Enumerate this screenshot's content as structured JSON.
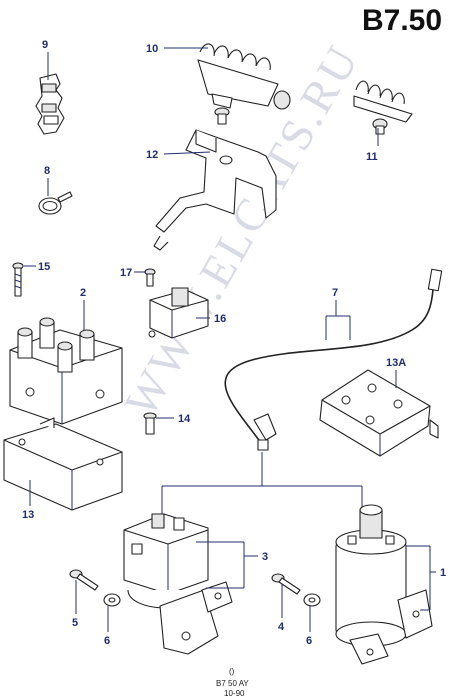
{
  "page": {
    "code": "B7.50",
    "watermark": "WWW.ELCATS.RU",
    "caption_line1": "B7 50 AY",
    "caption_line2": "10-90",
    "caption_symbol": "()"
  },
  "callouts": [
    {
      "id": "9",
      "label": "9"
    },
    {
      "id": "10",
      "label": "10"
    },
    {
      "id": "11",
      "label": "11"
    },
    {
      "id": "12",
      "label": "12"
    },
    {
      "id": "8",
      "label": "8"
    },
    {
      "id": "15",
      "label": "15"
    },
    {
      "id": "17",
      "label": "17"
    },
    {
      "id": "2",
      "label": "2"
    },
    {
      "id": "16",
      "label": "16"
    },
    {
      "id": "7",
      "label": "7"
    },
    {
      "id": "13A",
      "label": "13A"
    },
    {
      "id": "14",
      "label": "14"
    },
    {
      "id": "13",
      "label": "13"
    },
    {
      "id": "3",
      "label": "3"
    },
    {
      "id": "1",
      "label": "1"
    },
    {
      "id": "5",
      "label": "5"
    },
    {
      "id": "6a",
      "label": "6"
    },
    {
      "id": "4",
      "label": "4"
    },
    {
      "id": "6b",
      "label": "6"
    }
  ]
}
